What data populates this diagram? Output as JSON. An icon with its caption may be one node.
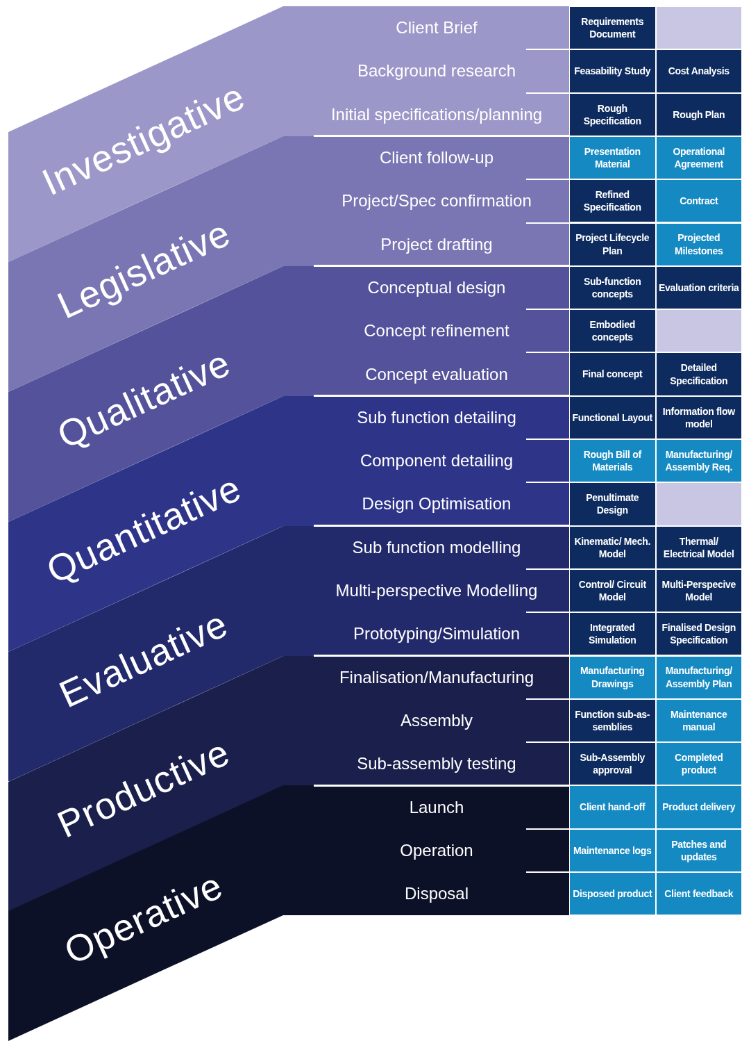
{
  "diagram": {
    "nodes": [
      {
        "text": [
          "Investigative"
        ]
      },
      {
        "text": [
          "Client Brief"
        ],
        "in": 0
      },
      {
        "text": [
          "Background research"
        ],
        "in": 0
      },
      {
        "text": [
          "Initial specifications/planning"
        ],
        "in": 0
      },
      {
        "text": [
          "Requirements Document"
        ]
      },
      {
        "text": [],
        "shape": "box"
      },
      {
        "text": [
          "Feasability Study"
        ]
      },
      {
        "text": [
          "Cost Analysis"
        ]
      },
      {
        "text": [
          "Rough Specification"
        ]
      },
      {
        "text": [
          "Rough Plan"
        ]
      },
      {
        "text": [
          "Legislative"
        ]
      },
      {
        "text": [
          "Client follow-up"
        ],
        "in": 10
      },
      {
        "text": [
          "Project/Spec confirmation"
        ],
        "in": 10
      },
      {
        "text": [
          "Project drafting"
        ],
        "in": 10
      },
      {
        "text": [
          "Presentation Material"
        ]
      },
      {
        "text": [
          "Operational Agreement"
        ]
      },
      {
        "text": [
          "Refined Specification"
        ]
      },
      {
        "text": [
          "Contract"
        ]
      },
      {
        "text": [
          "Project Lifecycle Plan"
        ]
      },
      {
        "text": [
          "Projected Milestones"
        ]
      },
      {
        "text": [
          "Qualitative"
        ]
      },
      {
        "text": [
          "Conceptual design"
        ],
        "in": 20
      },
      {
        "text": [
          "Concept refinement"
        ],
        "in": 20
      },
      {
        "text": [
          "Concept evaluation"
        ],
        "in": 20
      },
      {
        "text": [
          "Sub-function concepts"
        ]
      },
      {
        "text": [
          "Evaluation criteria"
        ]
      },
      {
        "text": [
          "Embodied concepts"
        ]
      },
      {
        "text": [],
        "shape": "box"
      },
      {
        "text": [
          "Final concept"
        ]
      },
      {
        "text": [
          "Detailed Specification"
        ]
      },
      {
        "text": [
          "Quantitative"
        ]
      },
      {
        "text": [
          "Sub function detailing"
        ],
        "in": 30
      },
      {
        "text": [
          "Component detailing"
        ],
        "in": 30
      },
      {
        "text": [
          "Design Optimisation"
        ],
        "in": 30
      },
      {
        "text": [
          "Functional Layout"
        ]
      },
      {
        "text": [
          "Information flow model"
        ]
      },
      {
        "text": [
          "Rough Bill of Materials"
        ]
      },
      {
        "text": [
          "Manufacturing/ Assembly Req."
        ]
      },
      {
        "text": [
          "Penultimate Design"
        ]
      },
      {
        "text": [],
        "shape": "box"
      },
      {
        "text": [
          "Evaluative"
        ]
      },
      {
        "text": [
          "Sub function modelling"
        ],
        "in": 40
      },
      {
        "text": [
          "Multi-perspective Modelling"
        ],
        "in": 40
      },
      {
        "text": [
          "Prototyping/Simulation"
        ],
        "in": 40
      },
      {
        "text": [
          "Kinematic/ Mech. Model"
        ]
      },
      {
        "text": [
          "Thermal/ Electrical Model"
        ]
      },
      {
        "text": [
          "Control/ Circuit Model"
        ]
      },
      {
        "text": [
          "Multi-Perspecive Model"
        ]
      },
      {
        "text": [
          "Integrated Simulation"
        ]
      },
      {
        "text": [
          "Finalised Design Specification"
        ]
      },
      {
        "text": [
          "Productive"
        ]
      },
      {
        "text": [
          "Finalisation/Manufacturing"
        ],
        "in": 50
      },
      {
        "text": [
          "Assembly"
        ],
        "in": 50
      },
      {
        "text": [
          "Sub-assembly testing"
        ],
        "in": 50
      },
      {
        "text": [
          "Manufacturing Drawings"
        ]
      },
      {
        "text": [
          "Manufacturing/ Assembly Plan"
        ]
      },
      {
        "text": [
          "Function sub-as- semblies"
        ]
      },
      {
        "text": [
          "Maintenance manual"
        ]
      },
      {
        "text": [
          "Sub-Assembly approval"
        ]
      },
      {
        "text": [
          "Completed product"
        ]
      },
      {
        "text": [
          "Operative"
        ]
      },
      {
        "text": [
          "Launch"
        ],
        "in": 60
      },
      {
        "text": [
          "Operation"
        ],
        "in": 60
      },
      {
        "text": [
          "Disposal"
        ],
        "in": 60
      },
      {
        "text": [
          "Client hand-off"
        ]
      },
      {
        "text": [
          "Product delivery"
        ]
      },
      {
        "text": [
          "Maintenance logs"
        ]
      },
      {
        "text": [
          "Patches and updates"
        ]
      },
      {
        "text": [
          "Disposed product"
        ]
      },
      {
        "text": [
          "Client feedback"
        ]
      }
    ]
  }
}
